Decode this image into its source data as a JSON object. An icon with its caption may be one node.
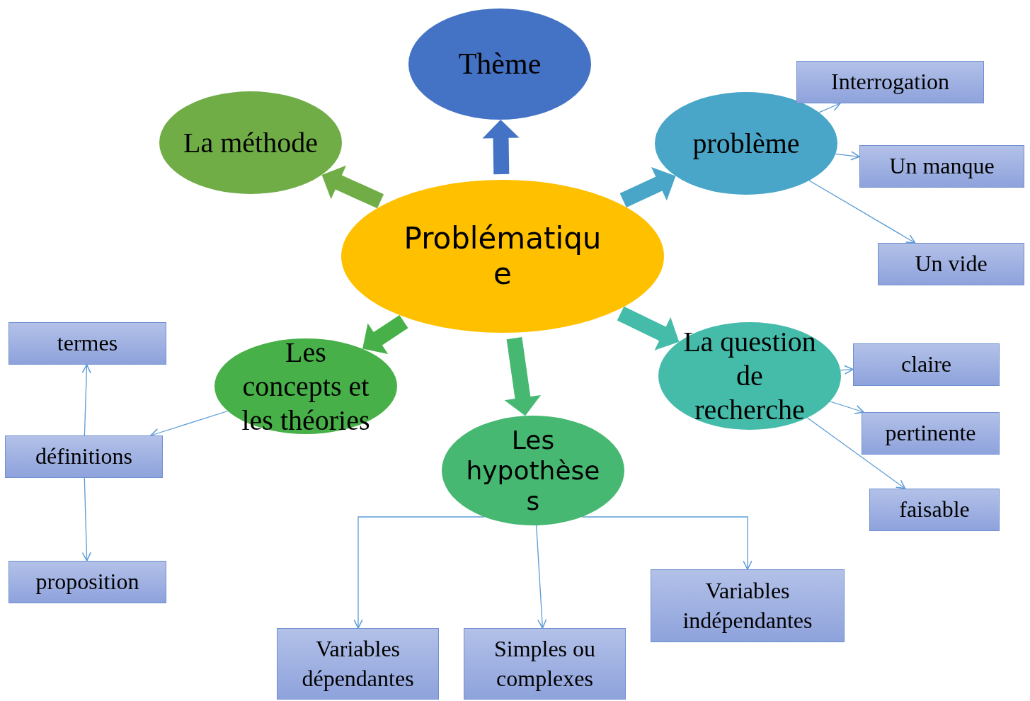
{
  "diagram": {
    "nodes": [
      {
        "text": [
          "Problématique"
        ]
      },
      {
        "text": [
          "Thème"
        ]
      },
      {
        "text": [
          "La méthode"
        ]
      },
      {
        "text": [
          "problème"
        ]
      },
      {
        "text": [
          "La question de recherche"
        ]
      },
      {
        "text": [
          "Les hypothèses"
        ]
      },
      {
        "text": [
          "Les concepts et les théories"
        ]
      },
      {
        "text": [
          "Interrogation"
        ]
      },
      {
        "text": [
          "Un manque"
        ]
      },
      {
        "text": [
          "Un vide"
        ]
      },
      {
        "text": [
          "claire"
        ]
      },
      {
        "text": [
          "pertinente"
        ]
      },
      {
        "text": [
          "faisable"
        ]
      },
      {
        "text": [
          "termes"
        ]
      },
      {
        "text": [
          "définitions"
        ]
      },
      {
        "text": [
          "proposition"
        ]
      },
      {
        "text": [
          "Variables dépendantes"
        ]
      },
      {
        "text": [
          "Simples ou complexes"
        ]
      },
      {
        "text": [
          "Variables indépendantes"
        ]
      }
    ],
    "edges": [
      {
        "from": 0,
        "to": 1,
        "arrow": "to",
        "style": "thick",
        "color": "#4472c4"
      },
      {
        "from": 0,
        "to": 2,
        "arrow": "to",
        "style": "thick",
        "color": "#70ad47"
      },
      {
        "from": 0,
        "to": 3,
        "arrow": "to",
        "style": "thick",
        "color": "#4aa6c8"
      },
      {
        "from": 0,
        "to": 4,
        "arrow": "to",
        "style": "thick",
        "color": "#45bbaa"
      },
      {
        "from": 0,
        "to": 5,
        "arrow": "to",
        "style": "thick",
        "color": "#46b871"
      },
      {
        "from": 0,
        "to": 6,
        "arrow": "to",
        "style": "thick",
        "color": "#48b048"
      },
      {
        "from": 3,
        "to": 7,
        "arrow": "to"
      },
      {
        "from": 3,
        "to": 8,
        "arrow": "to"
      },
      {
        "from": 3,
        "to": 9,
        "arrow": "to"
      },
      {
        "from": 4,
        "to": 10,
        "arrow": "to"
      },
      {
        "from": 4,
        "to": 11,
        "arrow": "to"
      },
      {
        "from": 4,
        "to": 12,
        "arrow": "to"
      },
      {
        "from": 6,
        "to": 14,
        "arrow": "to"
      },
      {
        "from": 14,
        "to": 13,
        "arrow": "to"
      },
      {
        "from": 14,
        "to": 15,
        "arrow": "to"
      },
      {
        "from": 5,
        "to": 16,
        "arrow": "to"
      },
      {
        "from": 5,
        "to": 17,
        "arrow": "to"
      },
      {
        "from": 5,
        "to": 18,
        "arrow": "to"
      }
    ]
  }
}
